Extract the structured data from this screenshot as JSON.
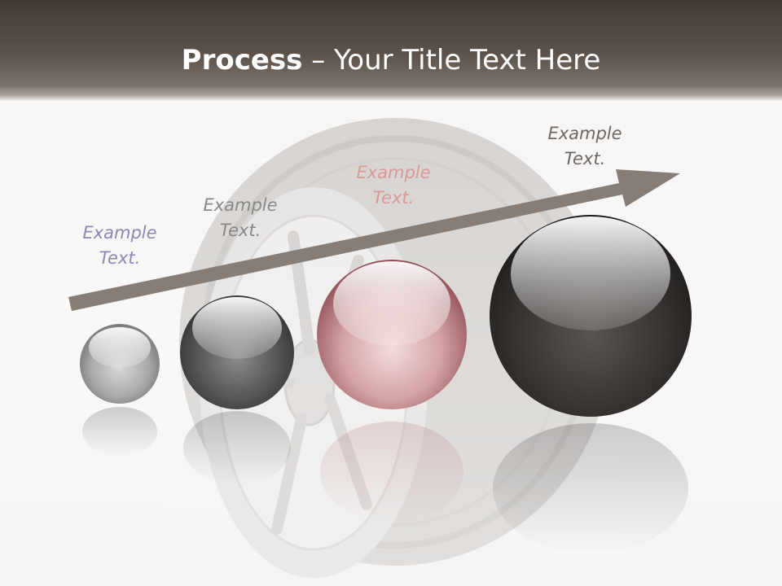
{
  "title": {
    "bold": "Process",
    "separator": " – ",
    "rest": "Your Title Text Here"
  },
  "steps": [
    {
      "line1": "Example",
      "line2": "Text.",
      "color": "#8a88b4"
    },
    {
      "line1": "Example",
      "line2": "Text.",
      "color": "#888888"
    },
    {
      "line1": "Example",
      "line2": "Text.",
      "color": "#d79a98"
    },
    {
      "line1": "Example",
      "line2": "Text.",
      "color": "#6e6762"
    }
  ],
  "colors": {
    "arrow": "#857d76",
    "sphere_silver": "#9a9a9a",
    "sphere_gray": "#5a5a5a",
    "sphere_rose": "#b8787c",
    "sphere_dark": "#2e2b29"
  }
}
